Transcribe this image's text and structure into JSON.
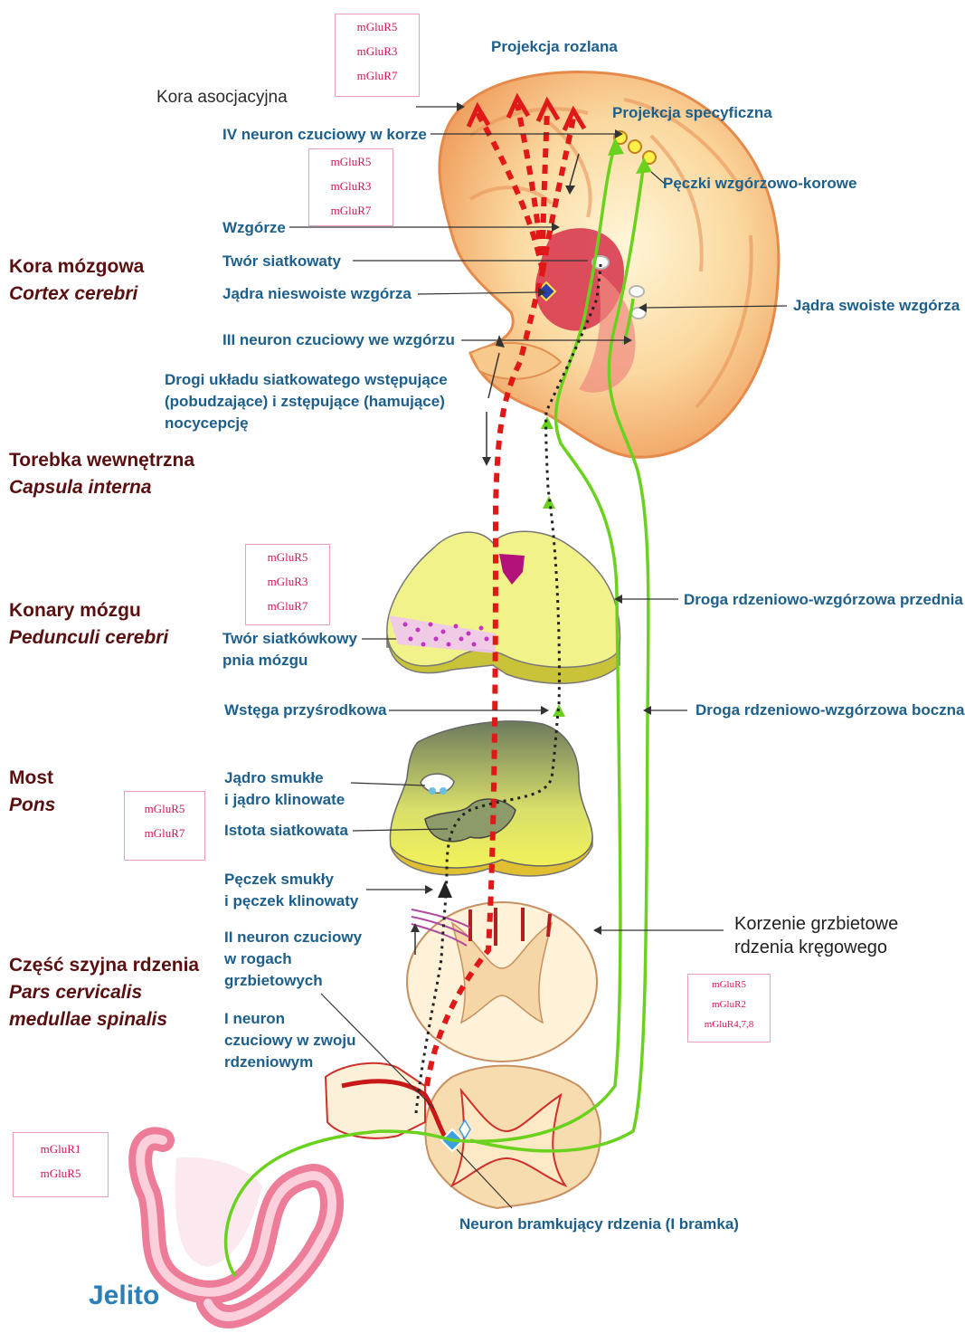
{
  "receptor_boxes": {
    "top": [
      "mGluR5",
      "mGluR3",
      "mGluR7"
    ],
    "thalamus": [
      "mGluR5",
      "mGluR3",
      "mGluR7"
    ],
    "peduncles": [
      "mGluR5",
      "mGluR3",
      "mGluR7"
    ],
    "pons": [
      "mGluR5",
      "mGluR7"
    ],
    "spinal": [
      "mGluR5",
      "mGluR2",
      "mGluR4,7,8"
    ],
    "gut": [
      "mGluR1",
      "mGluR5"
    ]
  },
  "sections": {
    "cortex": {
      "pl": "Kora mózgowa",
      "lat": "Cortex cerebri"
    },
    "capsule": {
      "pl": "Torebka wewnętrzna",
      "lat": "Capsula interna"
    },
    "peduncles": {
      "pl": "Konary mózgu",
      "lat": "Pedunculi cerebri"
    },
    "pons": {
      "pl": "Most",
      "lat": "Pons"
    },
    "cervical": {
      "pl": "Część szyjna rdzenia",
      "lat": "Pars cervicalis",
      "lat2": "medullae spinalis"
    }
  },
  "labels": {
    "diffuse_projection": "Projekcja rozlana",
    "association_cortex": "Kora asocjacyjna",
    "specific_projection": "Projekcja specyficzna",
    "fourth_neuron": "IV neuron czuciowy w korze",
    "thalamocortical": "Pęczki wzgórzowo-korowe",
    "thalamus": "Wzgórze",
    "reticular": "Twór siatkowaty",
    "nonspecific_nuclei": "Jądra nieswoiste wzgórza",
    "specific_nuclei": "Jądra swoiste wzgórza",
    "third_neuron": "III neuron czuciowy we wzgórzu",
    "reticular_paths_1": "Drogi układu siatkowatego wstępujące",
    "reticular_paths_2": "(pobudzające) i zstępujące (hamujące)",
    "reticular_paths_3": "nocycepcję",
    "anterior_tract": "Droga rdzeniowo-wzgórzowa przednia",
    "brainstem_reticular_1": "Twór siatkówkowy",
    "brainstem_reticular_2": "pnia mózgu",
    "medial_lemniscus": "Wstęga przyśrodkowa",
    "lateral_tract": "Droga rdzeniowo-wzgórzowa boczna",
    "gracile_nucleus_1": "Jądro smukłe",
    "gracile_nucleus_2": "i jądro klinowate",
    "reticular_substance": "Istota siatkowata",
    "gracile_fasciculus_1": "Pęczek smukły",
    "gracile_fasciculus_2": "i pęczek klinowaty",
    "second_neuron_1": "II neuron czuciowy",
    "second_neuron_2": "w rogach",
    "second_neuron_3": "grzbietowych",
    "dorsal_roots_1": "Korzenie grzbietowe",
    "dorsal_roots_2": "rdzenia kręgowego",
    "first_neuron_1": "I neuron",
    "first_neuron_2": "czuciowy w zwoju",
    "first_neuron_3": "rdzeniowym",
    "gate_neuron": "Neuron bramkujący rdzenia (I bramka)",
    "gut": "Jelito"
  },
  "colors": {
    "label_blue": "#1c5f8c",
    "section_dark": "#5a1010",
    "receptor_pink": "#d4145a",
    "nociceptive_red": "#e01818",
    "spinothalamic_green": "#6ad21e",
    "lemniscal_dotted": "#222222"
  }
}
